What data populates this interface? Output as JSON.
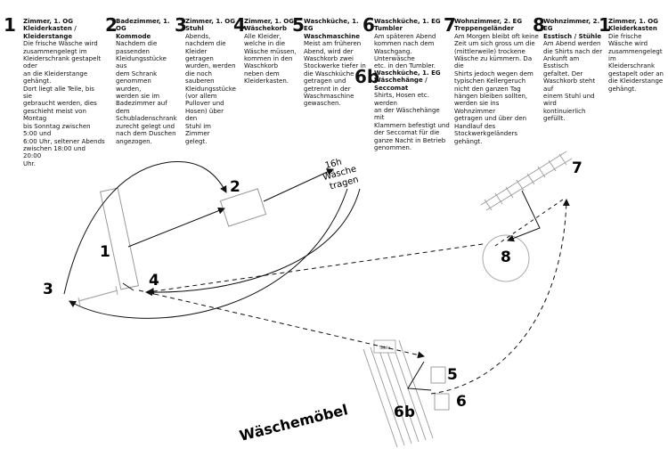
{
  "steps": [
    {
      "num": "1",
      "title": "Zimmer, 1. OG\nKleiderkasten / Kleiderstange",
      "text": "Die frische Wäsche wird\nzusammengelegt im\nKleiderschrank gestapelt oder\nan die Kleiderstange gehängt.\nDort liegt alle Teile, bis sie\ngebraucht werden, dies\ngeschieht meist von Montag\nbis Sonntag zwischen 5:00 und\n6:00 Uhr, seltener Abends\nzwischen 18:00 und 20:00\nUhr."
    },
    {
      "num": "2",
      "title": "Badezimmer, 1. OG\nKommode",
      "text": "Nachdem die\npassenden\nKleidungsstücke aus\ndem Schrank\ngenommen wurden,\nwerden sie im\nBadezimmer auf\ndem\nSchubladenschrank\nzurecht gelegt und\nnach dem Duschen\nangezogen."
    },
    {
      "num": "3",
      "title": "Zimmer, 1. OG\nStuhl",
      "text": "Abends,\nnachdem die\nKleider getragen\nwurden, werden\ndie noch\nsauberen\nKleidungsstücke\n(vor allem\nPullover und\nHosen) über den\nStuhl im Zimmer\ngelegt."
    },
    {
      "num": "4",
      "title": "Zimmer, 1. OG\nWäschekorb",
      "text": "Alle Kleider,\nwelche in die\nWäsche müssen,\nkommen in den\nWaschkorb\nneben dem\nKleiderkasten."
    },
    {
      "num": "5",
      "title": "Waschküche, 1. EG\nWaschmaschine",
      "text": "Meist am früheren\nAbend, wird der\nWaschkorb zwei\nStockwerke tiefer in\ndie Waschküche\ngetragen und\ngetrennt in der\nWaschmaschine\ngewaschen."
    },
    {
      "num": "6",
      "title": "Waschküche, 1. EG\nTumbler",
      "text": "Am späteren Abend\nkommen nach dem\nWaschgang. Unterwäsche\netc. in den Tumbler."
    },
    {
      "num": "6b",
      "title": "Waschküche, 1. EG\nWäschehänge / Seccomat",
      "text": "Shirts, Hosen etc. werden\nan der Wäschehänge mit\nKlammern befestigt und\nder Seccomat für die\nganze Nacht in Betrieb\ngenommen."
    },
    {
      "num": "7",
      "title": "Wohnzimmer, 2. EG\nTreppengeländer",
      "text": "Am Morgen bleibt oft keine\nZeit um sich gross um die\n(mittlerweile) trockene\nWäsche zu kümmern. Da die\nShirts jedoch wegen dem\ntypischen Kellergeruch\nnicht den ganzen Tag\nhängen bleiben sollten,\nwerden sie ins Wohnzimmer\ngetragen und über den\nHandlauf des\nStockwerkgeländers\ngehängt."
    },
    {
      "num": "8",
      "title": "Wohnzimmer, 2. EG\nEsstisch / Stühle",
      "text": "Am Abend werden\ndie Shirts nach der\nAnkunft am Esstisch\ngefaltet. Der\nWaschkorb steht auf\neinem Stuhl und wird\nkontinuierlich gefüllt."
    },
    {
      "num": "1",
      "title": "Zimmer, 1. OG\nKleiderkasten",
      "text": "Die frische\nWäsche wird\nzusammengelegt\nim\nKleiderschrank\ngestapelt oder an\ndie Kleiderstange\ngehängt."
    }
  ],
  "diagram": {
    "labels": {
      "n1": "1",
      "n2": "2",
      "n3": "3",
      "n4": "4",
      "n5": "5",
      "n6": "6",
      "n6b": "6b",
      "n7": "7",
      "n8": "8"
    },
    "worn": [
      "16h",
      "Wäsche",
      "tragen"
    ],
    "table_label": "Table",
    "tiny_1": "",
    "title": "Wäschemöbel"
  }
}
